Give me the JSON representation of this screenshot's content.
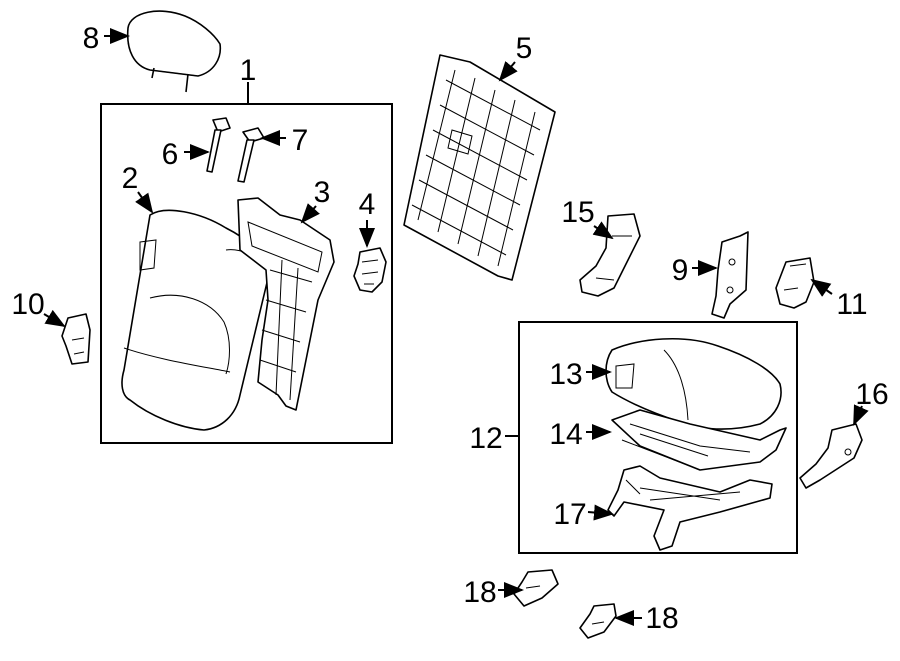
{
  "diagram": {
    "callouts": [
      {
        "key": "c1",
        "text": "1"
      },
      {
        "key": "c2",
        "text": "2"
      },
      {
        "key": "c3",
        "text": "3"
      },
      {
        "key": "c4",
        "text": "4"
      },
      {
        "key": "c5",
        "text": "5"
      },
      {
        "key": "c6",
        "text": "6"
      },
      {
        "key": "c7",
        "text": "7"
      },
      {
        "key": "c8",
        "text": "8"
      },
      {
        "key": "c9",
        "text": "9"
      },
      {
        "key": "c10",
        "text": "10"
      },
      {
        "key": "c11",
        "text": "11"
      },
      {
        "key": "c12",
        "text": "12"
      },
      {
        "key": "c13",
        "text": "13"
      },
      {
        "key": "c14",
        "text": "14"
      },
      {
        "key": "c15",
        "text": "15"
      },
      {
        "key": "c16",
        "text": "16"
      },
      {
        "key": "c17",
        "text": "17"
      },
      {
        "key": "c18a",
        "text": "18"
      },
      {
        "key": "c18b",
        "text": "18"
      }
    ]
  }
}
